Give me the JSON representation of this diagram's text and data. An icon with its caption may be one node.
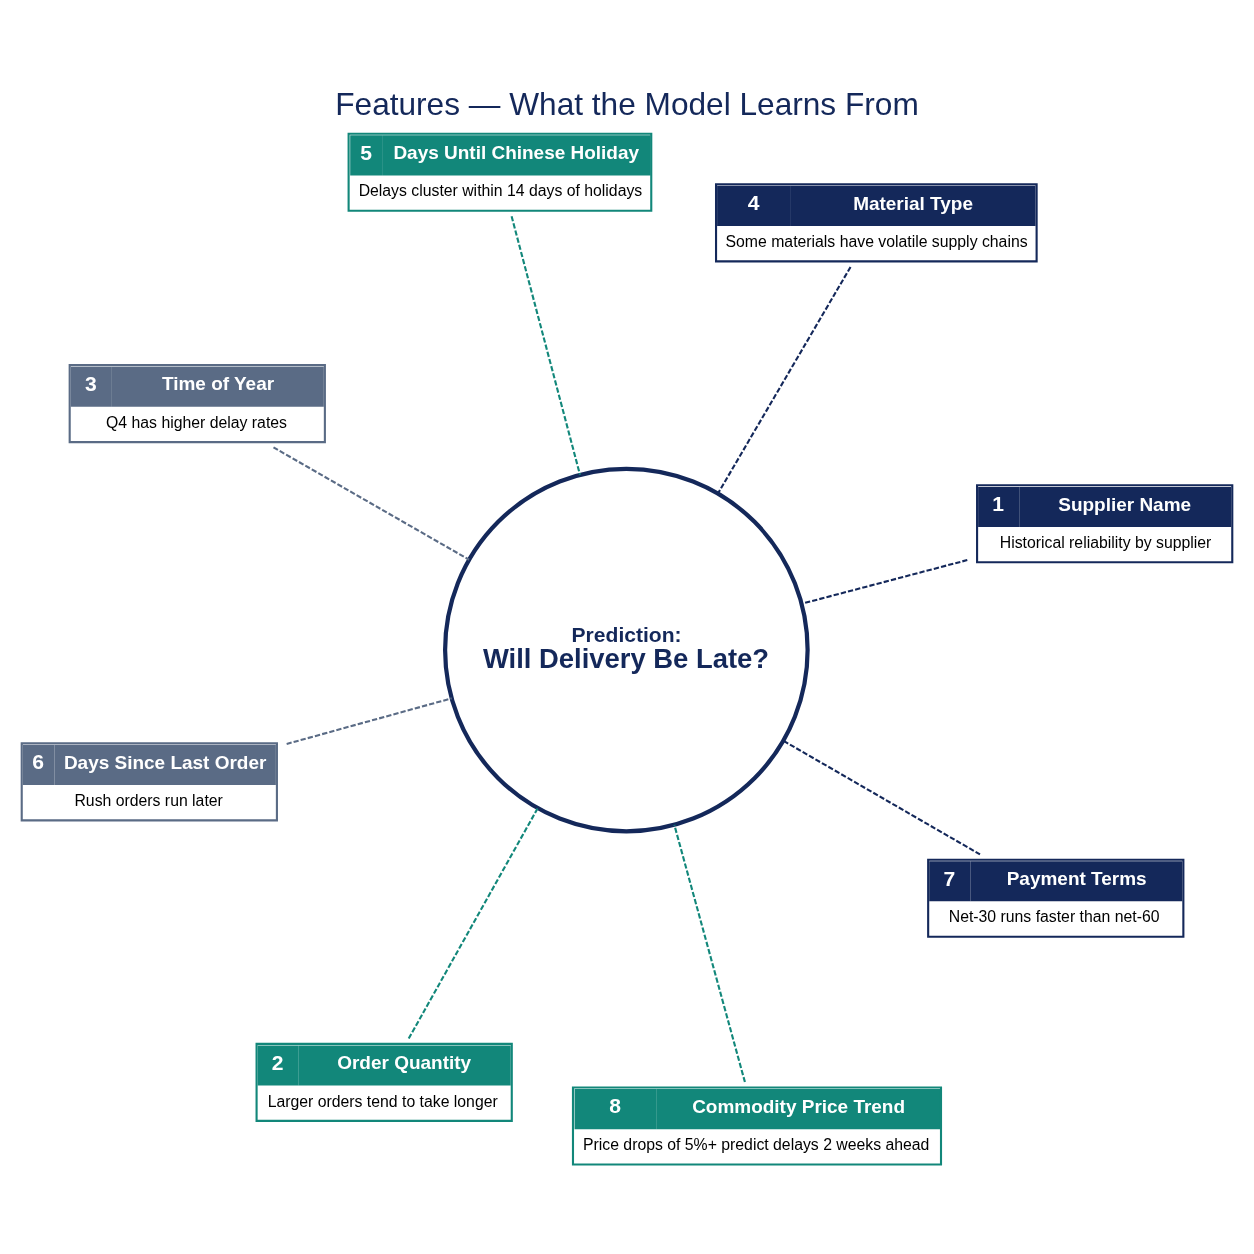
{
  "diagram": {
    "title": "Features — What the Model Learns From",
    "nodes": [
      {
        "text": [
          "Prediction:",
          "Will Delivery Be Late?"
        ]
      },
      {
        "text": [
          "1",
          "Supplier Name",
          "Historical reliability by supplier"
        ]
      },
      {
        "text": [
          "2",
          "Order Quantity",
          "Larger orders tend to take longer"
        ]
      },
      {
        "text": [
          "3",
          "Time of Year",
          "Q4 has higher delay rates"
        ]
      },
      {
        "text": [
          "4",
          "Material Type",
          "Some materials have volatile supply chains"
        ]
      },
      {
        "text": [
          "5",
          "Days Until Chinese Holiday",
          "Delays cluster within 14 days of holidays"
        ]
      },
      {
        "text": [
          "6",
          "Days Since Last Order",
          "Rush orders run later"
        ]
      },
      {
        "text": [
          "7",
          "Payment Terms",
          "Net-30 runs faster than net-60"
        ]
      },
      {
        "text": [
          "8",
          "Commodity Price Trend",
          "Price drops of 5%+ predict delays 2 weeks ahead"
        ]
      }
    ],
    "edges": [
      {
        "from": 1,
        "to": 0,
        "arrow": "none",
        "style": "dashed",
        "color": "#14285a"
      },
      {
        "from": 2,
        "to": 0,
        "arrow": "none",
        "style": "dashed",
        "color": "#12877a"
      },
      {
        "from": 3,
        "to": 0,
        "arrow": "none",
        "style": "dashed",
        "color": "#5a6b85"
      },
      {
        "from": 4,
        "to": 0,
        "arrow": "none",
        "style": "dashed",
        "color": "#14285a"
      },
      {
        "from": 5,
        "to": 0,
        "arrow": "none",
        "style": "dashed",
        "color": "#12877a"
      },
      {
        "from": 6,
        "to": 0,
        "arrow": "none",
        "style": "dashed",
        "color": "#5a6b85"
      },
      {
        "from": 7,
        "to": 0,
        "arrow": "none",
        "style": "dashed",
        "color": "#14285a"
      },
      {
        "from": 8,
        "to": 0,
        "arrow": "none",
        "style": "dashed",
        "color": "#12877a"
      }
    ]
  }
}
